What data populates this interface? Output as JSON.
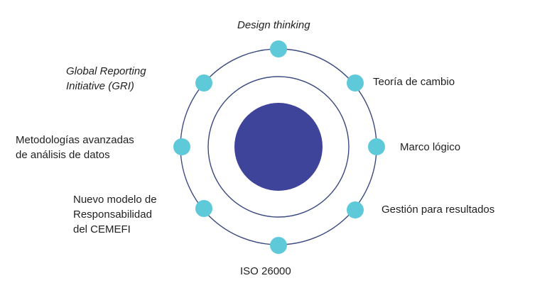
{
  "colors": {
    "ring": "#3b4a80",
    "core": "#3f449b",
    "node": "#5ec9d8",
    "text": "#1f1f1f"
  },
  "labels": {
    "top": "Design thinking",
    "top_right": "Teoría de cambio",
    "right": "Marco lógico",
    "bottom_right": "Gestión para resultados",
    "bottom": "ISO 26000",
    "bottom_left": [
      "Nuevo modelo de",
      "Responsabilidad",
      "del CEMEFI"
    ],
    "left": [
      "Metodologías avanzadas",
      "de análisis de datos"
    ],
    "top_left": [
      "Global Reporting",
      "Initiative (GRI)"
    ]
  }
}
